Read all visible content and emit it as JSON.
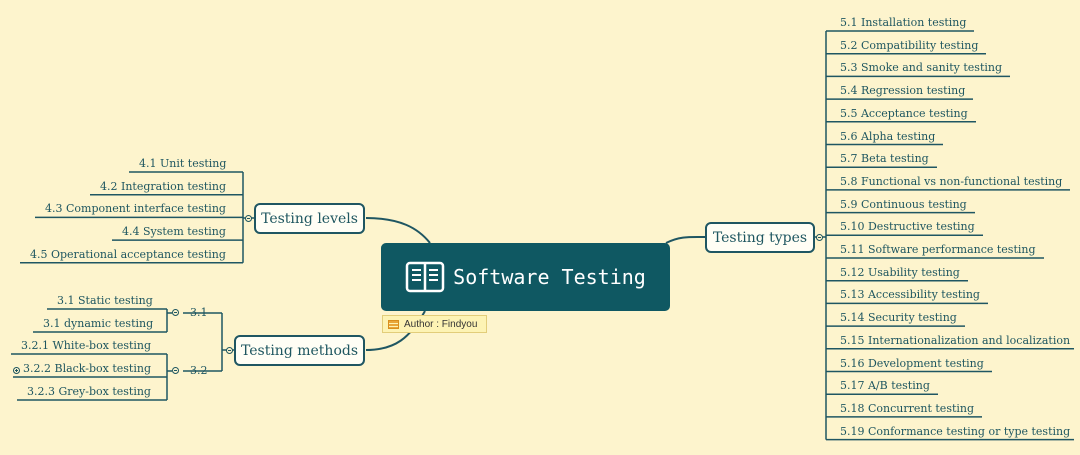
{
  "root": {
    "title": "Software Testing",
    "icon": "book-icon"
  },
  "note": {
    "text": "Author : Findyou"
  },
  "testing_levels": {
    "label": "Testing levels",
    "items": [
      "4.1 Unit testing",
      "4.2 Integration testing",
      "4.3 Component interface testing",
      "4.4 System testing",
      "4.5 Operational acceptance testing"
    ]
  },
  "testing_methods": {
    "label": "Testing methods",
    "group_31": {
      "label": "3.1",
      "items": [
        "3.1 Static testing",
        "3.1 dynamic testing"
      ]
    },
    "group_32": {
      "label": "3.2",
      "items": [
        "3.2.1 White-box testing",
        "3.2.2 Black-box testing",
        "3.2.3 Grey-box testing"
      ]
    }
  },
  "testing_types": {
    "label": "Testing types",
    "items": [
      "5.1 Installation testing",
      "5.2 Compatibility testing",
      "5.3 Smoke and sanity testing",
      "5.4 Regression testing",
      "5.5 Acceptance testing",
      "5.6 Alpha testing",
      "5.7  Beta testing",
      "5.8 Functional vs non-functional testing",
      "5.9 Continuous testing",
      "5.10 Destructive testing",
      "5.11 Software performance testing",
      "5.12 Usability testing",
      "5.13 Accessibility testing",
      "5.14 Security testing",
      "5.15 Internationalization and localization",
      "5.16 Development testing",
      "5.17  A/B testing",
      "5.18 Concurrent testing",
      "5.19 Conformance testing or type testing"
    ]
  },
  "colors": {
    "background": "#fdf4cd",
    "root": "#0f5862",
    "line": "#1f5662",
    "text": "#1e5660"
  }
}
